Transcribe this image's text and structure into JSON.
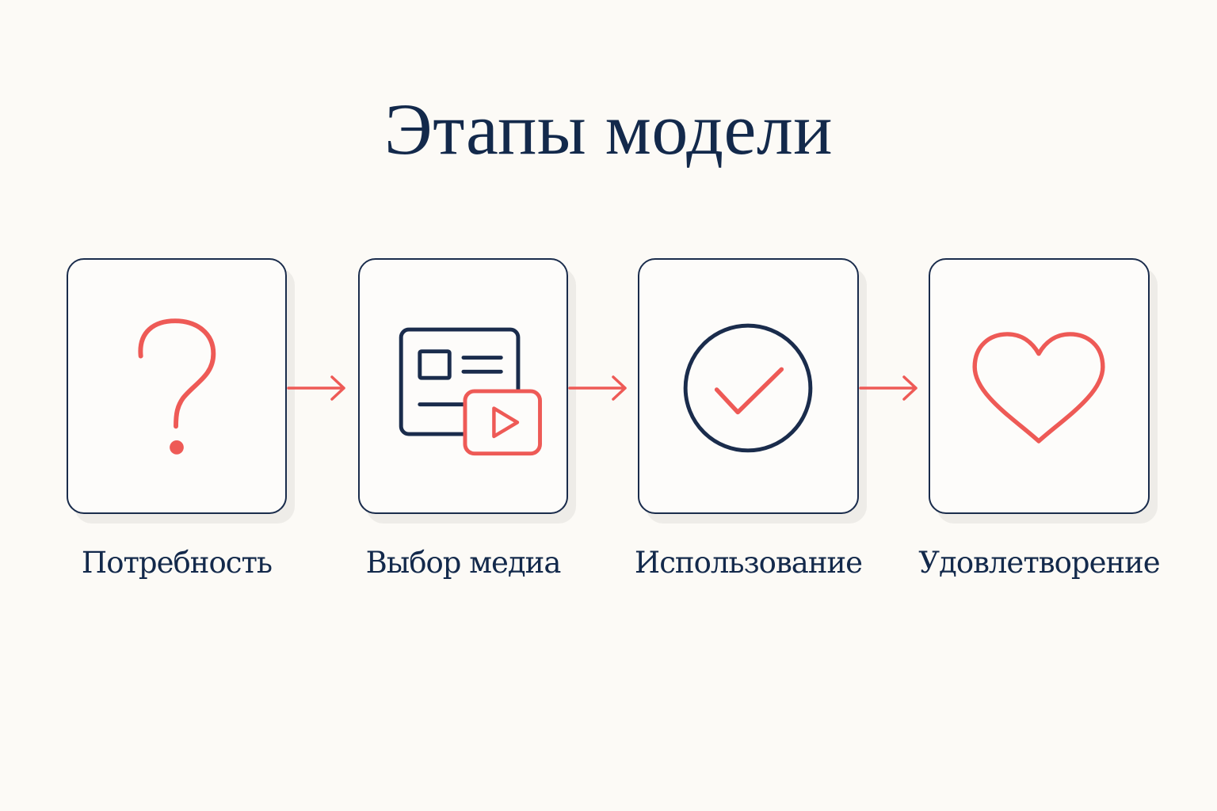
{
  "title": "Этапы модели",
  "colors": {
    "navy": "#13294b",
    "accent": "#ee5a56",
    "background": "#fcfaf6"
  },
  "stages": [
    {
      "label": "Потребность",
      "icon": "question-mark-icon"
    },
    {
      "label": "Выбор медиа",
      "icon": "media-video-icon"
    },
    {
      "label": "Использование",
      "icon": "check-circle-icon"
    },
    {
      "label": "Удовлетворение",
      "icon": "heart-icon"
    }
  ]
}
